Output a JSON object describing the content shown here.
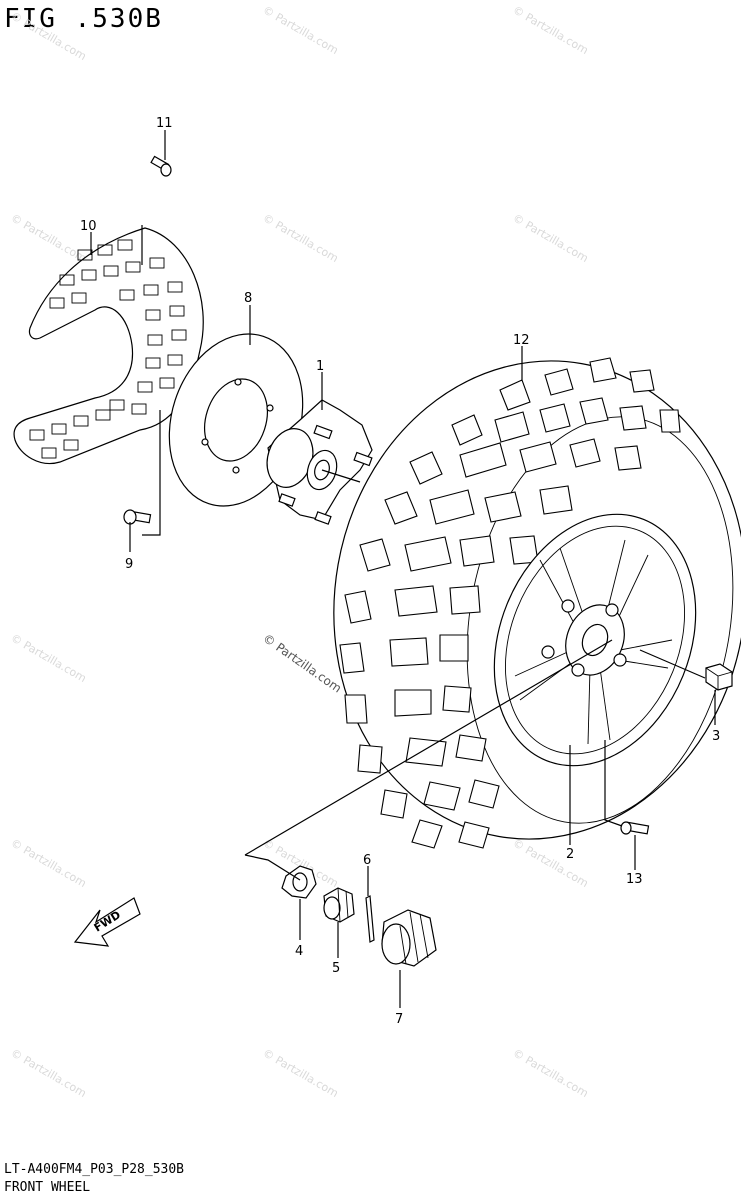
{
  "header": {
    "figure_title": "FIG .530B"
  },
  "footer": {
    "catalog_code": "LT-A400FM4_P03_P28_530B",
    "section_name": "FRONT WHEEL"
  },
  "watermark": {
    "text": "© Partzilla.com",
    "center_text": "© Partzilla.com"
  },
  "fwd_arrow": {
    "label": "FWD"
  },
  "callouts": [
    {
      "id": "c1",
      "label": "1"
    },
    {
      "id": "c2",
      "label": "2"
    },
    {
      "id": "c3",
      "label": "3"
    },
    {
      "id": "c4",
      "label": "4"
    },
    {
      "id": "c5",
      "label": "5"
    },
    {
      "id": "c6",
      "label": "6"
    },
    {
      "id": "c7",
      "label": "7"
    },
    {
      "id": "c8",
      "label": "8"
    },
    {
      "id": "c9",
      "label": "9"
    },
    {
      "id": "c10",
      "label": "10"
    },
    {
      "id": "c11",
      "label": "11"
    },
    {
      "id": "c12",
      "label": "12"
    },
    {
      "id": "c13",
      "label": "13"
    }
  ],
  "parts": [
    {
      "number": "1",
      "name": "front-wheel-hub"
    },
    {
      "number": "2",
      "name": "wheel-rim"
    },
    {
      "number": "3",
      "name": "wheel-nut"
    },
    {
      "number": "4",
      "name": "lock-washer"
    },
    {
      "number": "5",
      "name": "hub-nut"
    },
    {
      "number": "6",
      "name": "cotter-pin"
    },
    {
      "number": "7",
      "name": "hub-cap"
    },
    {
      "number": "8",
      "name": "brake-disc"
    },
    {
      "number": "9",
      "name": "disc-bolt"
    },
    {
      "number": "10",
      "name": "disc-cover"
    },
    {
      "number": "11",
      "name": "cover-bolt"
    },
    {
      "number": "12",
      "name": "tire"
    },
    {
      "number": "13",
      "name": "valve"
    }
  ]
}
